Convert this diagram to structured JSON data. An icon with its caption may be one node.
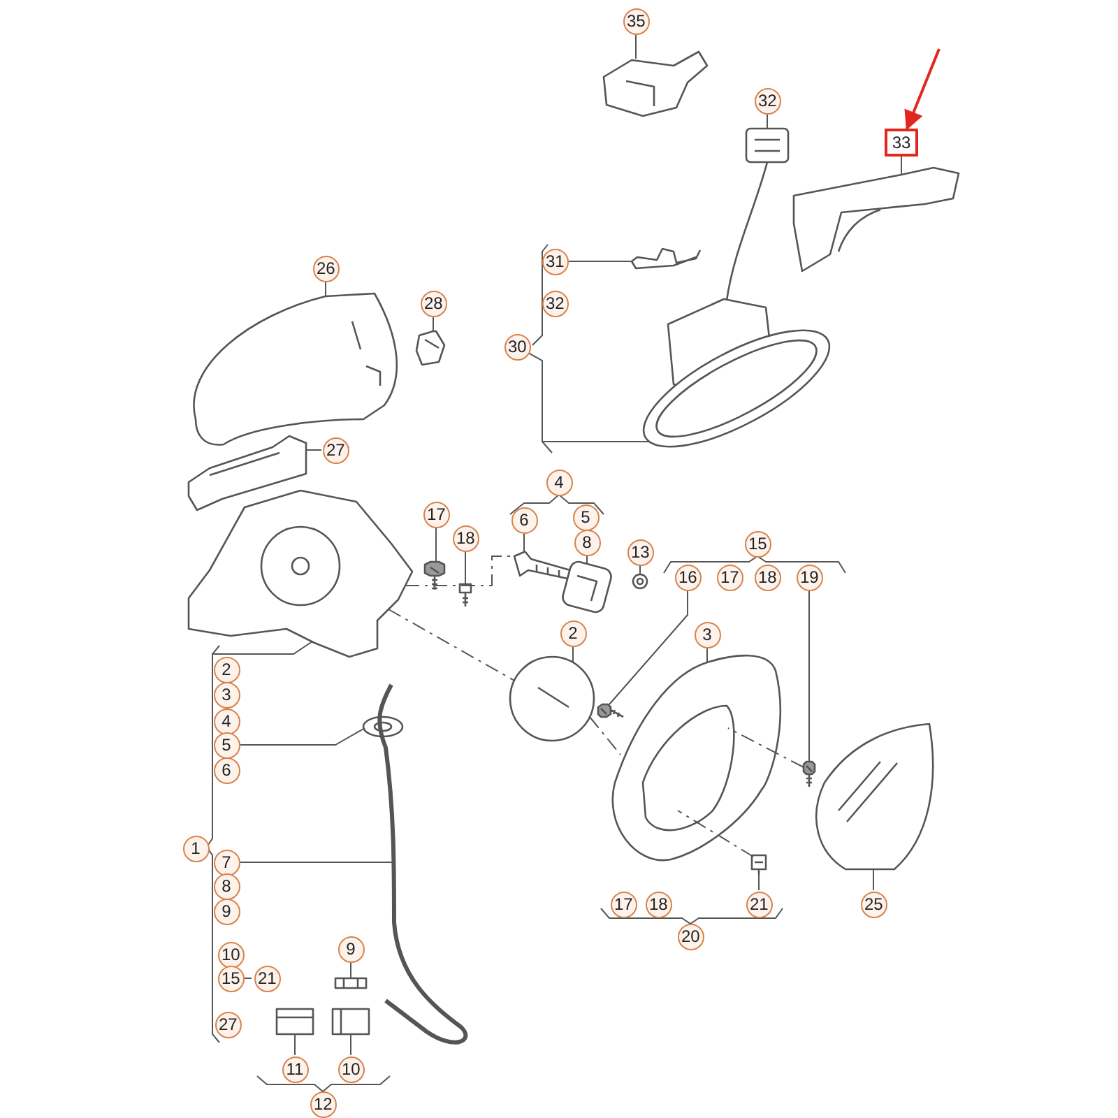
{
  "diagram": {
    "nodes": [
      {
        "text": [
          "35"
        ]
      },
      {
        "text": [
          "32"
        ]
      },
      {
        "text": [
          "33"
        ]
      },
      {
        "text": [
          "26"
        ]
      },
      {
        "text": [
          "28"
        ]
      },
      {
        "text": [
          "31"
        ]
      },
      {
        "text": [
          "32"
        ]
      },
      {
        "text": [
          "30"
        ]
      },
      {
        "text": [
          "27"
        ]
      },
      {
        "text": [
          "4"
        ]
      },
      {
        "text": [
          "6"
        ]
      },
      {
        "text": [
          "5"
        ]
      },
      {
        "text": [
          "8"
        ]
      },
      {
        "text": [
          "17"
        ]
      },
      {
        "text": [
          "18"
        ]
      },
      {
        "text": [
          "13"
        ]
      },
      {
        "text": [
          "15"
        ]
      },
      {
        "text": [
          "16"
        ]
      },
      {
        "text": [
          "17"
        ]
      },
      {
        "text": [
          "18"
        ]
      },
      {
        "text": [
          "19"
        ]
      },
      {
        "text": [
          "3"
        ]
      },
      {
        "text": [
          "2"
        ]
      },
      {
        "text": [
          "2"
        ]
      },
      {
        "text": [
          "3"
        ]
      },
      {
        "text": [
          "4"
        ]
      },
      {
        "text": [
          "5"
        ]
      },
      {
        "text": [
          "6"
        ]
      },
      {
        "text": [
          "1"
        ]
      },
      {
        "text": [
          "7"
        ]
      },
      {
        "text": [
          "8"
        ]
      },
      {
        "text": [
          "9"
        ]
      },
      {
        "text": [
          "10"
        ]
      },
      {
        "text": [
          "15"
        ]
      },
      {
        "text": [
          "21"
        ]
      },
      {
        "text": [
          "27"
        ]
      },
      {
        "text": [
          "9"
        ]
      },
      {
        "text": [
          "11"
        ]
      },
      {
        "text": [
          "10"
        ]
      },
      {
        "text": [
          "12"
        ]
      },
      {
        "text": [
          "17"
        ]
      },
      {
        "text": [
          "18"
        ]
      },
      {
        "text": [
          "21"
        ]
      },
      {
        "text": [
          "20"
        ]
      },
      {
        "text": [
          "25"
        ]
      },
      {
        "text": [],
        "shape": "picture"
      },
      {
        "text": [],
        "shape": "picture"
      },
      {
        "text": [],
        "shape": "picture"
      },
      {
        "text": [],
        "shape": "picture"
      },
      {
        "text": [],
        "shape": "picture"
      },
      {
        "text": [],
        "shape": "picture"
      },
      {
        "text": [],
        "shape": "picture"
      },
      {
        "text": [],
        "shape": "picture"
      },
      {
        "text": [],
        "shape": "picture"
      },
      {
        "text": [],
        "shape": "picture"
      },
      {
        "text": [],
        "shape": "picture"
      },
      {
        "text": [],
        "shape": "picture"
      },
      {
        "text": [],
        "shape": "picture"
      },
      {
        "text": [],
        "shape": "picture"
      },
      {
        "text": [],
        "shape": "picture"
      },
      {
        "text": [],
        "shape": "picture"
      },
      {
        "text": [],
        "shape": "picture"
      },
      {
        "text": [],
        "shape": "picture"
      },
      {
        "text": [],
        "shape": "picture"
      },
      {
        "text": [],
        "shape": "picture"
      },
      {
        "text": [],
        "shape": "picture"
      },
      {
        "text": [],
        "shape": "picture"
      },
      {
        "text": [],
        "shape": "picture"
      },
      {
        "text": [],
        "shape": "picture"
      },
      {
        "text": [],
        "shape": "picture"
      }
    ],
    "edges": [
      {
        "from": 0,
        "to": 45,
        "arrow": "none"
      },
      {
        "from": 1,
        "to": 46,
        "arrow": "none"
      },
      {
        "from": null,
        "to": 2,
        "arrow": "to",
        "color": "#e0281e"
      },
      {
        "from": 2,
        "to": 47,
        "arrow": "none"
      },
      {
        "from": 3,
        "to": 48,
        "arrow": "none"
      },
      {
        "from": 4,
        "to": 49,
        "arrow": "none"
      },
      {
        "from": 5,
        "to": 50,
        "arrow": "none"
      },
      {
        "from": 7,
        "to": 51,
        "arrow": "none"
      },
      {
        "from": 8,
        "to": 52,
        "arrow": "none"
      },
      {
        "from": 10,
        "to": 53,
        "arrow": "none"
      },
      {
        "from": 12,
        "to": 54,
        "arrow": "none"
      },
      {
        "from": 13,
        "to": 55,
        "arrow": "none"
      },
      {
        "from": 14,
        "to": 56,
        "arrow": "none"
      },
      {
        "from": 15,
        "to": 57,
        "arrow": "none"
      },
      {
        "from": 17,
        "to": 58,
        "arrow": "none"
      },
      {
        "from": 20,
        "to": 59,
        "arrow": "none"
      },
      {
        "from": 21,
        "to": 60,
        "arrow": "none"
      },
      {
        "from": 22,
        "to": 61,
        "arrow": "none"
      },
      {
        "from": 26,
        "to": 62,
        "arrow": "none"
      },
      {
        "from": 29,
        "to": 63,
        "arrow": "none"
      },
      {
        "from": 36,
        "to": 64,
        "arrow": "none"
      },
      {
        "from": 37,
        "to": 65,
        "arrow": "none"
      },
      {
        "from": 38,
        "to": 66,
        "arrow": "none"
      },
      {
        "from": 42,
        "to": 67,
        "arrow": "none"
      },
      {
        "from": 44,
        "to": 68,
        "arrow": "none"
      },
      {
        "from": 69,
        "to": 61,
        "arrow": "none",
        "style": "dashed"
      },
      {
        "from": 69,
        "to": 53,
        "arrow": "none",
        "style": "dashed"
      },
      {
        "from": 59,
        "to": 60,
        "arrow": "none",
        "style": "dashed"
      },
      {
        "from": 67,
        "to": 60,
        "arrow": "none",
        "style": "dashed"
      },
      {
        "from": 61,
        "to": 60,
        "arrow": "none",
        "style": "dashed"
      }
    ]
  }
}
